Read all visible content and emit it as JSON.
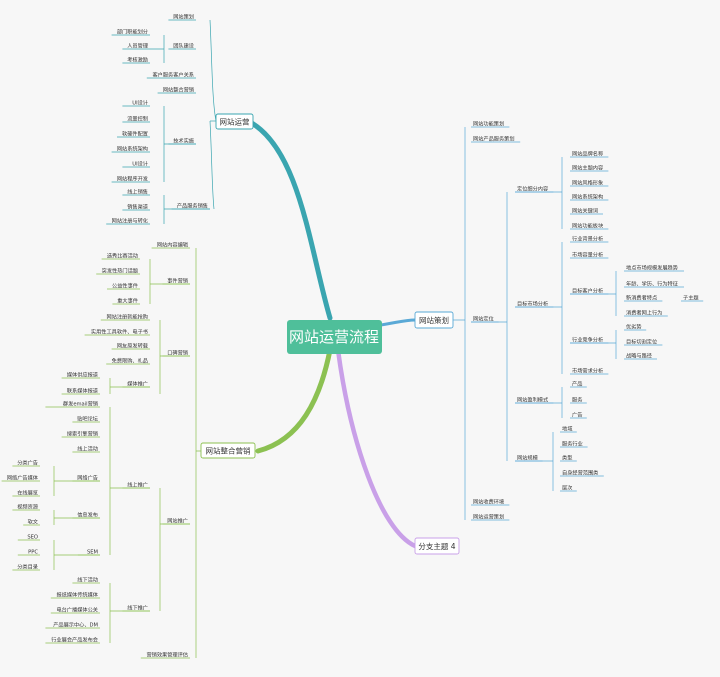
{
  "root": "网站运营流程",
  "colors": {
    "teal": "#3aa5b0",
    "green": "#8cc152",
    "purple": "#c9a0e8",
    "blue": "#5aa9d6",
    "rootfill": "#4fbf9a"
  },
  "branches": {
    "b1": {
      "label": "网站运营",
      "items": [
        "网站策划",
        "团队建设",
        "部门职能划分",
        "人员管理",
        "考核激励",
        "客户服务客户关系",
        "网站整合营销",
        "技术实施",
        "UI设计",
        "流量控制",
        "软硬件配置",
        "网站系统架构",
        "UI设计",
        "网站程序开发",
        "产品服务销售",
        "线上销售",
        "销售渠道",
        "网站注册与转化"
      ]
    },
    "b2": {
      "label": "网站整合营销",
      "items": [
        "网站内容编辑",
        "事件营销",
        "选秀比赛活动",
        "突发性热门话题",
        "公益性事件",
        "重大事件",
        "口碑营销",
        "网站注册就能抢购",
        "实用性工具软件、电子书",
        "网友原发转载",
        "免费限购、礼品",
        "媒体推广",
        "媒体供应报道",
        "联系媒体报道",
        "网站推广",
        "线上推广",
        "群发email营销",
        "贴吧论坛",
        "搜索引擎营销",
        "线上活动",
        "网络广告",
        "分类广告",
        "网络广告媒体",
        "在线展览",
        "信息发布",
        "视频资源",
        "软文",
        "SEM",
        "SEO",
        "PPC",
        "分类目录",
        "线下推广",
        "线下活动",
        "报纸媒体传统媒体",
        "电台广播媒体公关",
        "产品展示中心、DM",
        "行业展会产品发布会",
        "营销效果管理评估"
      ]
    },
    "b3": {
      "label": "网站策划",
      "items": [
        "网站功能策划",
        "网站产品服务策划",
        "网站定位",
        "定位细分内容",
        "网站品牌名称",
        "网站主题内容",
        "网站风格形象",
        "网站系统架构",
        "网站关键词",
        "网站功能板块",
        "目标市场分析",
        "行业背景分析",
        "市场容量分析",
        "目标客户分析",
        "地点市场规模发展趋势",
        "年龄、学历、行为特征",
        "新消费者特点",
        "子主题",
        "消费者网上行为",
        "行业竞争分析",
        "优劣势",
        "目标切割定位",
        "战略与路径",
        "市场需求分析",
        "网站盈利模式",
        "产品",
        "服务",
        "广告",
        "网站规模",
        "地域",
        "服务行业",
        "类型",
        "自身经营范围类",
        "层次",
        "网站收费环境",
        "网站运营策划"
      ]
    },
    "b4": {
      "label": "分支主题 4"
    }
  }
}
